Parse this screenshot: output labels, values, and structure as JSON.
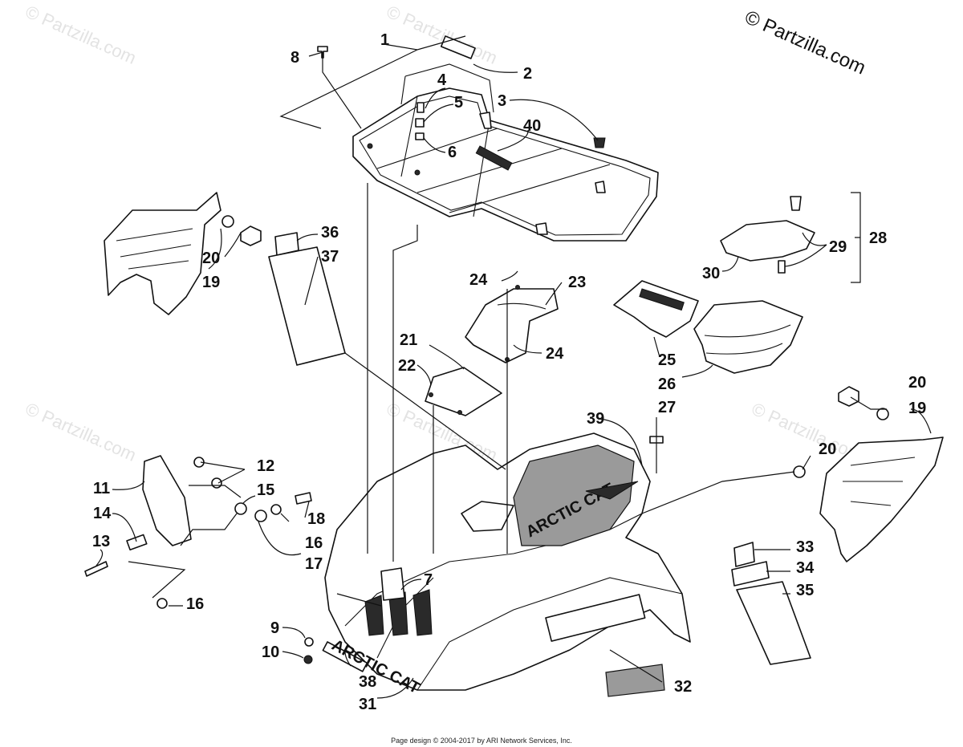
{
  "watermark": "© Partzilla.com",
  "copyright": "© Partzilla.com",
  "footer": "Page design © 2004-2017 by ARI Network Services, Inc.",
  "decals": {
    "hood_logo": "ARCTIC CAT",
    "front_badge": "ARCTIC CAT"
  },
  "callouts": [
    "1",
    "2",
    "3",
    "4",
    "5",
    "6",
    "7",
    "8",
    "9",
    "10",
    "11",
    "12",
    "13",
    "14",
    "15",
    "16",
    "16",
    "17",
    "18",
    "19",
    "19",
    "20",
    "20",
    "20",
    "21",
    "22",
    "23",
    "24",
    "24",
    "25",
    "26",
    "27",
    "28",
    "29",
    "30",
    "31",
    "32",
    "33",
    "34",
    "35",
    "36",
    "37",
    "38",
    "39",
    "40"
  ]
}
